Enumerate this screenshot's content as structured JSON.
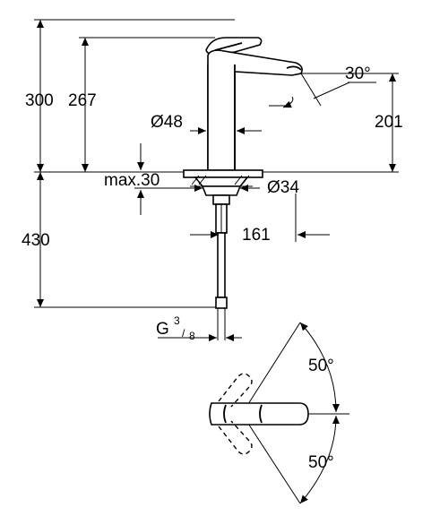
{
  "dimensions": {
    "total_height": "300",
    "spout_height": "267",
    "outlet_height": "201",
    "outlet_angle": "30°",
    "body_diameter": "Ø48",
    "hole_diameter": "Ø34",
    "deck_thickness": "max.30",
    "projection": "161",
    "hose_length": "430",
    "connection_thread_base": "G",
    "connection_thread_num": "3",
    "connection_thread_den": "8",
    "swing_upper": "50°",
    "swing_lower": "50°"
  }
}
